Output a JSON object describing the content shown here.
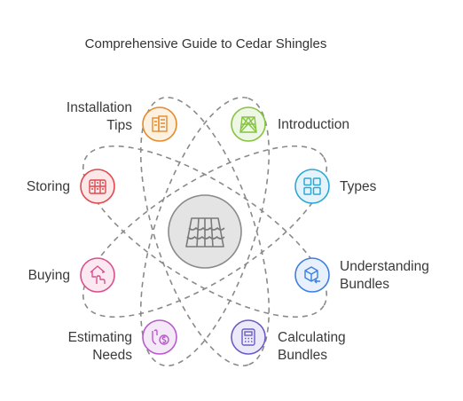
{
  "title": "Comprehensive Guide to Cedar Shingles",
  "center": {
    "icon": "roof-tiles-icon"
  },
  "nodes": [
    {
      "id": "installation-tips",
      "label": "Installation\nTips",
      "color": "#E38B2C",
      "icon": "building-icon"
    },
    {
      "id": "introduction",
      "label": "Introduction",
      "color": "#86C442",
      "icon": "cedar-pattern-icon"
    },
    {
      "id": "storing",
      "label": "Storing",
      "color": "#E0494E",
      "icon": "storage-shelves-icon"
    },
    {
      "id": "types",
      "label": "Types",
      "color": "#2FA7D6",
      "icon": "grid-icon"
    },
    {
      "id": "buying",
      "label": "Buying",
      "color": "#D9508F",
      "icon": "house-hand-icon"
    },
    {
      "id": "understanding-bundles",
      "label": "Understanding\nBundles",
      "color": "#3E7FE0",
      "icon": "package-icon"
    },
    {
      "id": "estimating-needs",
      "label": "Estimating\nNeeds",
      "color": "#B65CC7",
      "icon": "money-hand-icon"
    },
    {
      "id": "calculating-bundles",
      "label": "Calculating\nBundles",
      "color": "#6A5CC7",
      "icon": "calculator-icon"
    }
  ]
}
